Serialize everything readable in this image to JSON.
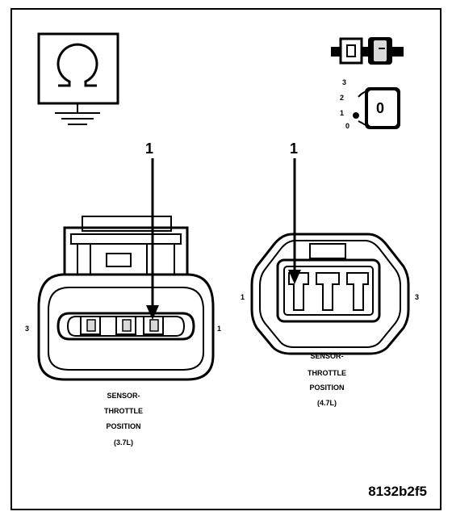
{
  "callouts": {
    "left_number": "1",
    "right_number": "1"
  },
  "key_switch": {
    "positions": [
      "3",
      "2",
      "1",
      "0"
    ],
    "key_face": "0"
  },
  "connector_37": {
    "pin_left": "3",
    "pin_right": "1",
    "caption": [
      "SENSOR-",
      "THROTTLE",
      "POSITION",
      "(3.7L)"
    ]
  },
  "connector_47": {
    "pin_left": "1",
    "pin_right": "3",
    "caption": [
      "SENSOR-",
      "THROTTLE",
      "POSITION",
      "(4.7L)"
    ]
  },
  "figure_id": "8132b2f5",
  "colors": {
    "ink": "#000000",
    "paper": "#ffffff",
    "shade": "#d9d9d9"
  },
  "icons": [
    "ohmmeter-ground-icon",
    "connector-plug-icon",
    "ignition-key-icon"
  ]
}
